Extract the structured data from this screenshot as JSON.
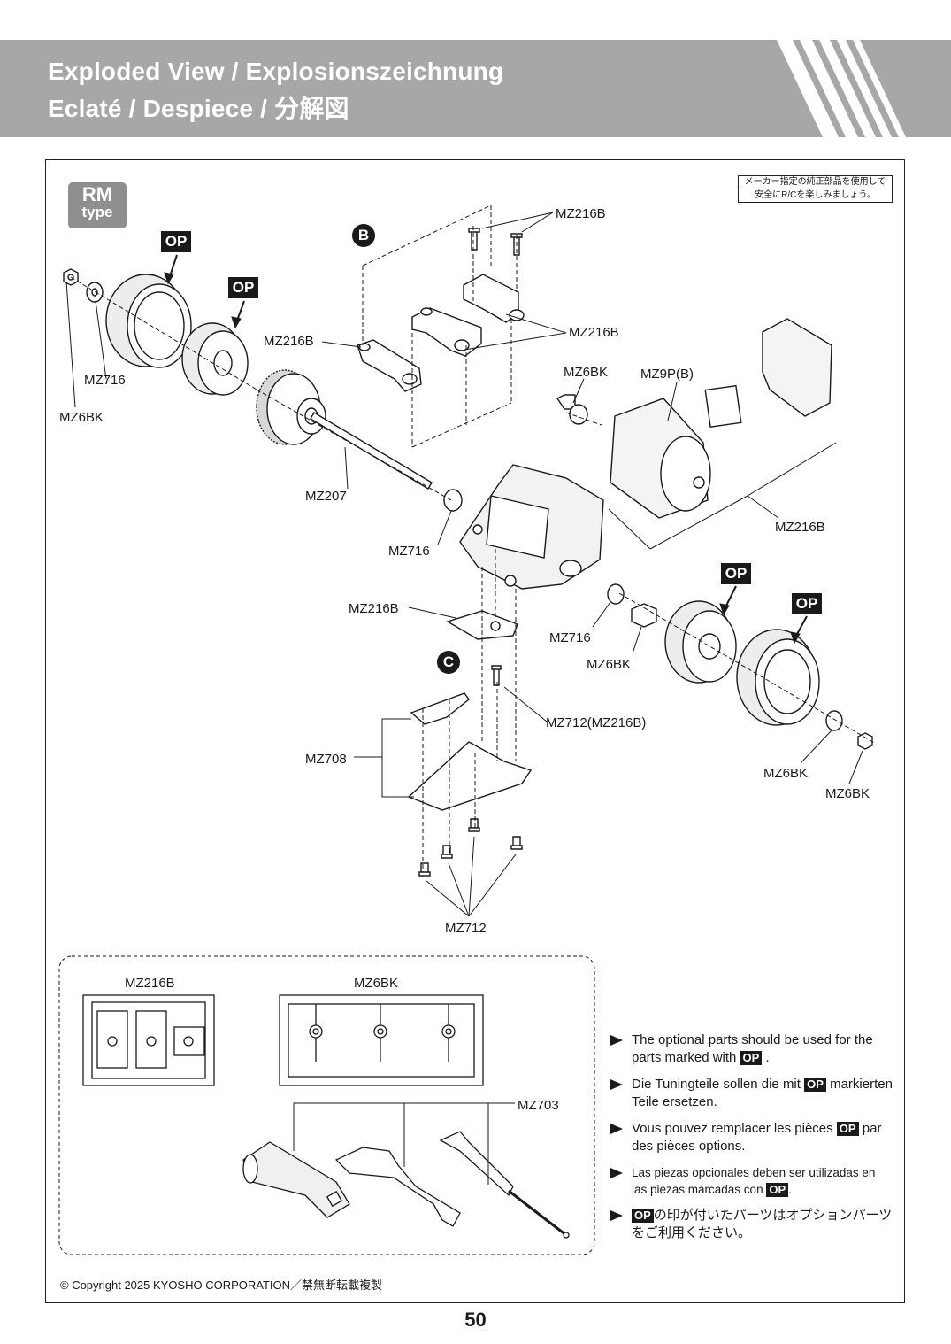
{
  "header": {
    "title_line1": "Exploded View  /  Explosionszeichnung",
    "title_line2": "Eclaté  /  Despiece  /  分解図"
  },
  "badge": {
    "line1": "RM",
    "line2": "type"
  },
  "notice": {
    "line1": "メーカー指定の純正部品を使用して",
    "line2": "安全にR/Cを楽しみましょう。"
  },
  "op_label": "OP",
  "markers": {
    "b": "B",
    "c": "C"
  },
  "parts": {
    "mz216b_top": "MZ216B",
    "mz216b_right": "MZ216B",
    "mz216b_left": "MZ216B",
    "mz716_left": "MZ716",
    "mz6bk_left": "MZ6BK",
    "mz6bk_pinion": "MZ6BK",
    "mz9p": "MZ9P(B)",
    "mz207": "MZ207",
    "mz716_center": "MZ716",
    "mz216b_motor": "MZ216B",
    "mz216b_plate": "MZ216B",
    "mz716_right": "MZ716",
    "mz6bk_right": "MZ6BK",
    "mz712_mz216b": "MZ712(MZ216B)",
    "mz708": "MZ708",
    "mz6bk_br1": "MZ6BK",
    "mz6bk_br2": "MZ6BK",
    "mz712": "MZ712"
  },
  "box": {
    "sprue1": "MZ216B",
    "sprue2": "MZ6BK",
    "tools": "MZ703"
  },
  "notes": [
    {
      "pre": "The optional parts should be used for the parts marked with ",
      "post": " ."
    },
    {
      "pre": "Die Tuningteile sollen die mit ",
      "post": " markierten Teile ersetzen."
    },
    {
      "pre": "Vous pouvez remplacer les pièces ",
      "post": " par des pièces options."
    },
    {
      "pre": "Las piezas opcionales deben ser utilizadas en las piezas marcadas con ",
      "post": "."
    },
    {
      "pre": "",
      "post": "の印が付いたパーツはオプションパーツをご利用ください。"
    }
  ],
  "copyright": "© Copyright 2025 KYOSHO CORPORATION／禁無断転載複製",
  "page_number": "50"
}
